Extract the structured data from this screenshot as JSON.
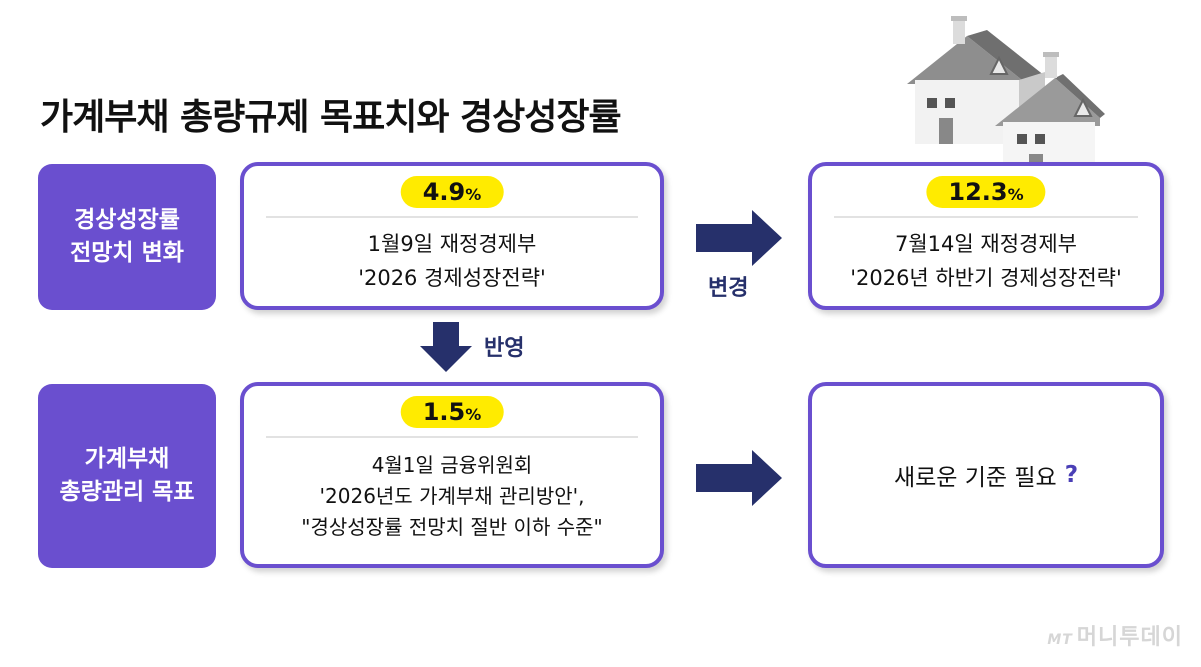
{
  "title": "가계부채 총량규제 목표치와 경상성장률",
  "side_labels": {
    "top": [
      "경상성장률",
      "전망치 변화"
    ],
    "bottom": [
      "가계부채",
      "총량관리 목표"
    ]
  },
  "cards": {
    "jan": {
      "value": "4.9",
      "unit": "%",
      "lines": [
        "1월9일 재정경제부",
        "'2026 경제성장전략'"
      ]
    },
    "jul": {
      "value": "12.3",
      "unit": "%",
      "lines": [
        "7월14일 재정경제부",
        "'2026년 하반기 경제성장전략'"
      ]
    },
    "apr": {
      "value": "1.5",
      "unit": "%",
      "lines": [
        "4월1일 금융위원회",
        "'2026년도 가계부채 관리방안',",
        "\"경상성장률 전망치 절반 이하 수준\""
      ]
    },
    "new": {
      "text": "새로운 기준 필요",
      "mark": "?"
    }
  },
  "arrows": {
    "change_label": "변경",
    "reflect_label": "반영"
  },
  "watermark": {
    "logo": "MT",
    "text": "머니투데이"
  },
  "colors": {
    "accent": "#6a4fcf",
    "arrow": "#26306b",
    "highlight": "#ffeb00"
  },
  "icons": [
    "houses-illustration",
    "arrow-right-icon",
    "arrow-down-icon"
  ]
}
